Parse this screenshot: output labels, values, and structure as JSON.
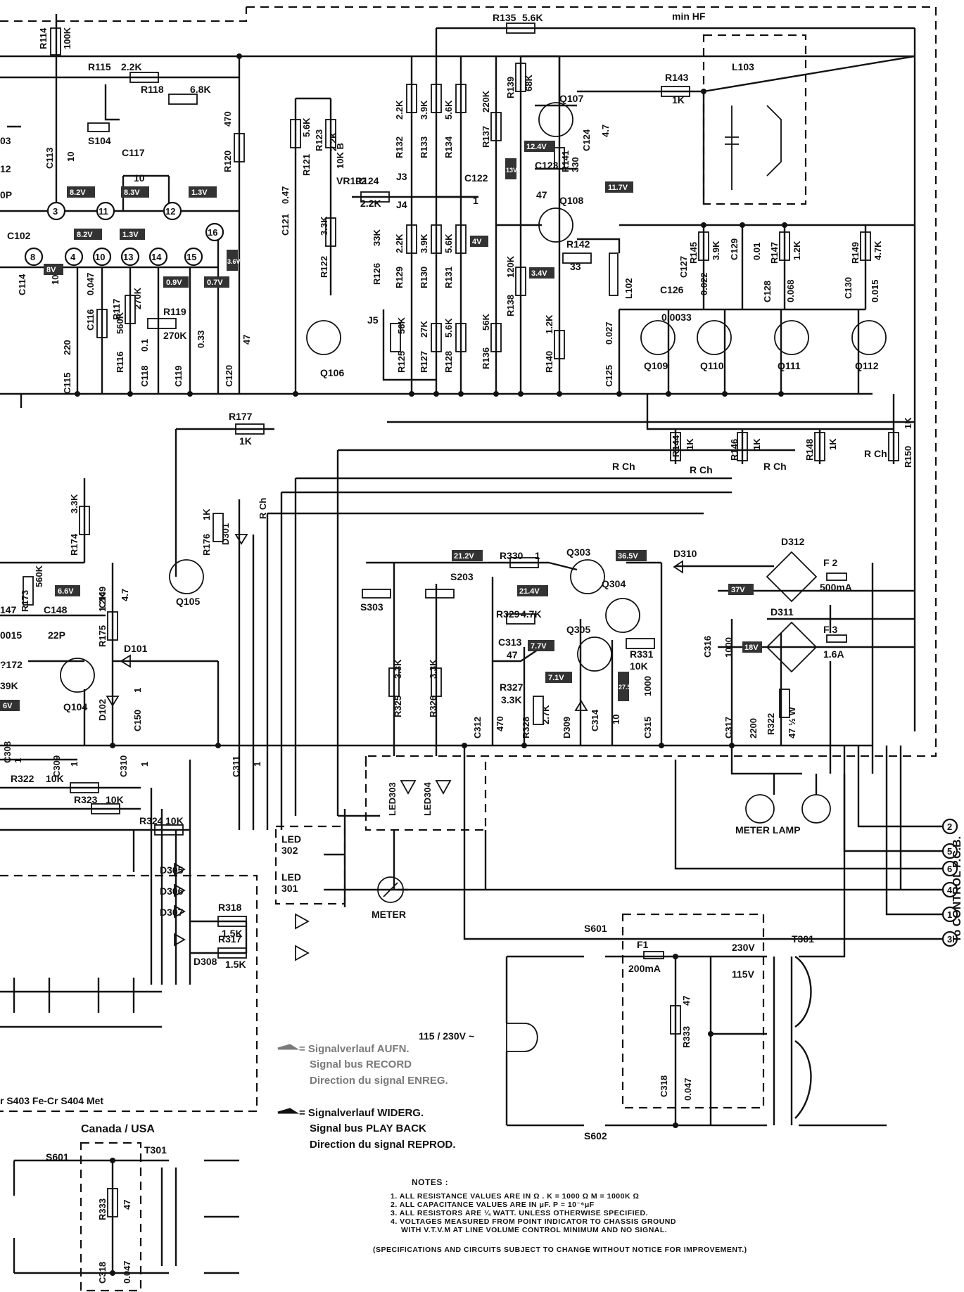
{
  "header": {
    "min_hf": "min HF",
    "l103": "L103"
  },
  "resistors": [
    {
      "id": "r114",
      "ref": "R114",
      "value": "100K"
    },
    {
      "id": "r115",
      "ref": "R115",
      "value": "2.2K"
    },
    {
      "id": "r118",
      "ref": "R118",
      "value": "6.8K"
    },
    {
      "id": "r120",
      "ref": "R120",
      "value": "470"
    },
    {
      "id": "r121",
      "ref": "R121",
      "value": "5.6K"
    },
    {
      "id": "r122",
      "ref": "R122",
      "value": "3.3K"
    },
    {
      "id": "r123",
      "ref": "R123",
      "value": "2.2K"
    },
    {
      "id": "r124",
      "ref": "R124",
      "value": "2.2K"
    },
    {
      "id": "r126",
      "ref": "R126",
      "value": "33K"
    },
    {
      "id": "r132",
      "ref": "R132",
      "value": "2.2K"
    },
    {
      "id": "r133",
      "ref": "R133",
      "value": "3.9K"
    },
    {
      "id": "r134",
      "ref": "R134",
      "value": "5.6K"
    },
    {
      "id": "r129",
      "ref": "R129",
      "value": "2.2K"
    },
    {
      "id": "r130",
      "ref": "R130",
      "value": "3.9K"
    },
    {
      "id": "r131",
      "ref": "R131",
      "value": "5.6K"
    },
    {
      "id": "r125",
      "ref": "R125",
      "value": "56K"
    },
    {
      "id": "r127",
      "ref": "R127",
      "value": "27K"
    },
    {
      "id": "r128",
      "ref": "R128",
      "value": "5.6K"
    },
    {
      "id": "r135",
      "ref": "R135",
      "value": "5.6K"
    },
    {
      "id": "r136",
      "ref": "R136",
      "value": "56K"
    },
    {
      "id": "r137",
      "ref": "R137",
      "value": "220K"
    },
    {
      "id": "r138",
      "ref": "R138",
      "value": "120K"
    },
    {
      "id": "r139",
      "ref": "R139",
      "value": "68K"
    },
    {
      "id": "r140",
      "ref": "R140",
      "value": "1.2K"
    },
    {
      "id": "r141",
      "ref": "R141",
      "value": "330"
    },
    {
      "id": "r142",
      "ref": "R142",
      "value": "33"
    },
    {
      "id": "r143",
      "ref": "R143",
      "value": "1K"
    },
    {
      "id": "r145",
      "ref": "R145",
      "value": "3.9K"
    },
    {
      "id": "r147",
      "ref": "R147",
      "value": "1.2K"
    },
    {
      "id": "r149",
      "ref": "R149",
      "value": "4.7K"
    },
    {
      "id": "r144",
      "ref": "R144",
      "value": "1K"
    },
    {
      "id": "r146",
      "ref": "R146",
      "value": "1K"
    },
    {
      "id": "r148",
      "ref": "R148",
      "value": "1K"
    },
    {
      "id": "r150",
      "ref": "R150",
      "value": "1K"
    },
    {
      "id": "r116",
      "ref": "R116",
      "value": "560K"
    },
    {
      "id": "r117",
      "ref": "R117",
      "value": "270K"
    },
    {
      "id": "r119",
      "ref": "R119",
      "value": "270K"
    },
    {
      "id": "r177",
      "ref": "R177",
      "value": "1K"
    },
    {
      "id": "r176",
      "ref": "R176",
      "value": "1K"
    },
    {
      "id": "r174",
      "ref": "R174",
      "value": "3.3K"
    },
    {
      "id": "r173",
      "ref": "R173",
      "value": "560K"
    },
    {
      "id": "r175",
      "ref": "R175",
      "value": "1.2K"
    },
    {
      "id": "r330",
      "ref": "R330",
      "value": "1"
    },
    {
      "id": "r329",
      "ref": "R329",
      "value": "4.7K"
    },
    {
      "id": "r327",
      "ref": "R327",
      "value": "3.3K"
    },
    {
      "id": "r328",
      "ref": "R328",
      "value": "2.7K"
    },
    {
      "id": "r331",
      "ref": "R331",
      "value": "10K"
    },
    {
      "id": "r325",
      "ref": "R325",
      "value": "3.3K"
    },
    {
      "id": "r326",
      "ref": "R326",
      "value": "3.3K"
    },
    {
      "id": "r322b",
      "ref": "R322",
      "value": "47 ½ W"
    },
    {
      "id": "r322",
      "ref": "R322",
      "value": "10K"
    },
    {
      "id": "r323",
      "ref": "R323",
      "value": "10K"
    },
    {
      "id": "r324",
      "ref": "R324",
      "value": "10K"
    },
    {
      "id": "r318",
      "ref": "R318",
      "value": "1.5K"
    },
    {
      "id": "r317",
      "ref": "R317",
      "value": "1.5K"
    },
    {
      "id": "r333",
      "ref": "R333",
      "value": "47"
    }
  ],
  "capacitors": [
    {
      "id": "c113",
      "ref": "C113",
      "value": "10"
    },
    {
      "id": "c117",
      "ref": "C117",
      "value": "10"
    },
    {
      "id": "c121",
      "ref": "C121",
      "value": "0.47"
    },
    {
      "id": "c122",
      "ref": "C122",
      "value": "1"
    },
    {
      "id": "c123",
      "ref": "C123",
      "value": "47"
    },
    {
      "id": "c124",
      "ref": "C124",
      "value": "4.7"
    },
    {
      "id": "c114",
      "ref": "C114",
      "value": "10"
    },
    {
      "id": "c116",
      "ref": "C116",
      "value": "0.047"
    },
    {
      "id": "c115",
      "ref": "C115",
      "value": "220"
    },
    {
      "id": "c118",
      "ref": "C118",
      "value": "0.1"
    },
    {
      "id": "c119",
      "ref": "C119",
      "value": "0.33"
    },
    {
      "id": "c120",
      "ref": "C120",
      "value": "47"
    },
    {
      "id": "c125",
      "ref": "C125",
      "value": "0.027"
    },
    {
      "id": "c126",
      "ref": "C126",
      "value": "0.0033"
    },
    {
      "id": "c127",
      "ref": "C127",
      "value": "0.022"
    },
    {
      "id": "c129",
      "ref": "C129",
      "value": "0.01"
    },
    {
      "id": "c128",
      "ref": "C128",
      "value": "0.068"
    },
    {
      "id": "c130",
      "ref": "C130",
      "value": "0.015"
    },
    {
      "id": "c149",
      "ref": "C149",
      "value": "4.7"
    },
    {
      "id": "c148",
      "ref": "C148",
      "value": "22P"
    },
    {
      "id": "c150",
      "ref": "C150",
      "value": "1"
    },
    {
      "id": "c313",
      "ref": "C313",
      "value": "47"
    },
    {
      "id": "c312",
      "ref": "C312",
      "value": "470"
    },
    {
      "id": "c314",
      "ref": "C314",
      "value": "10"
    },
    {
      "id": "c315",
      "ref": "C315",
      "value": "1000"
    },
    {
      "id": "c316",
      "ref": "C316",
      "value": "1000"
    },
    {
      "id": "c317",
      "ref": "C317",
      "value": "2200"
    },
    {
      "id": "c308",
      "ref": "C308",
      "value": "1"
    },
    {
      "id": "c309",
      "ref": "C309",
      "value": "1"
    },
    {
      "id": "c310",
      "ref": "C310",
      "value": "1"
    },
    {
      "id": "c311",
      "ref": "C311",
      "value": "1"
    },
    {
      "id": "c318",
      "ref": "C318",
      "value": "0.047"
    }
  ],
  "transistors": [
    "Q106",
    "Q107",
    "Q108",
    "Q109",
    "Q110",
    "Q111",
    "Q112",
    "Q105",
    "Q104",
    "Q303",
    "Q304",
    "Q305"
  ],
  "diodes": [
    "D301",
    "D101",
    "D102",
    "D309",
    "D310",
    "D312",
    "D311",
    "D305",
    "D306",
    "D307",
    "D308"
  ],
  "switches": [
    "S104",
    "S303",
    "S203",
    "S601",
    "S602"
  ],
  "misc": {
    "vr102": "VR102",
    "vr102_val": "10K B",
    "l102": "L102",
    "j3": "J3",
    "j4": "J4",
    "j5": "J5",
    "c102": "C102",
    "c147": "147",
    "c147v": "0015",
    "r172": "?172",
    "r172v": "39K",
    "c12": "12",
    "c12v": "0P",
    "n03": "03",
    "rch": "R Ch",
    "f2": "F 2",
    "f2v": "500mA",
    "f3": "F 3",
    "f3v": "1.6A",
    "f1": "F1",
    "f1v": "200mA",
    "v230": "230V",
    "v115": "115V",
    "t301": "T301",
    "mains": "115 / 230V ~",
    "meter_lamp": "METER LAMP",
    "meter": "METER",
    "led303": "LED303",
    "led304": "LED304",
    "led302": "LED\n302",
    "led301": "LED\n301",
    "led302a": "LED",
    "led302b": "302",
    "led301a": "LED",
    "led301b": "301",
    "to_control": "To CONTROL P.C.B.",
    "s403": "r   S403 Fe-Cr   S404 Met",
    "canada": "Canada / USA"
  },
  "connector_pins": [
    "2",
    "5",
    "6",
    "4",
    "1",
    "3"
  ],
  "ic_pins": [
    "3",
    "11",
    "12",
    "16",
    "8",
    "4",
    "10",
    "13",
    "14",
    "15"
  ],
  "voltages": [
    "8.2V",
    "8.3V",
    "1.3V",
    "8.2V",
    "1.3V",
    "8V",
    "0.9V",
    "0.7V",
    "3.6V",
    "12.4V",
    "13V",
    "11.7V",
    "4V",
    "3.4V",
    "6.6V",
    "6V",
    "21.2V",
    "21.4V",
    "36.5V",
    "7.7V",
    "7.1V",
    "27.5V",
    "37V",
    "18V"
  ],
  "legend": {
    "record_1": "= Signalverlauf AUFN.",
    "record_2": "Signal bus RECORD",
    "record_3": "Direction du signal ENREG.",
    "play_1": "= Signalverlauf WIDERG.",
    "play_2": "Signal bus PLAY BACK",
    "play_3": "Direction du signal REPROD."
  },
  "notes": {
    "title": "NOTES :",
    "n1": "1. ALL RESISTANCE  VALUES  ARE  IN  Ω .    K = 1000 Ω  M = 1000K Ω",
    "n2": "2. ALL CAPACITANCE  VALUES  ARE  IN  μF.   P = 10⁻⁶μF",
    "n3": "3. ALL RESISTORS ARE ¼ WATT. UNLESS  OTHERWISE  SPECIFIED.",
    "n4": "4. VOLTAGES MEASURED  FROM  POINT INDICATOR TO CHASSIS GROUND",
    "n5": "WITH V.T.V.M AT LINE VOLUME  CONTROL  MINIMUM  AND  NO  SIGNAL.",
    "spec": "(SPECIFICATIONS AND CIRCUITS  SUBJECT TO CHANGE WITHOUT NOTICE FOR IMPROVEMENT.)"
  }
}
